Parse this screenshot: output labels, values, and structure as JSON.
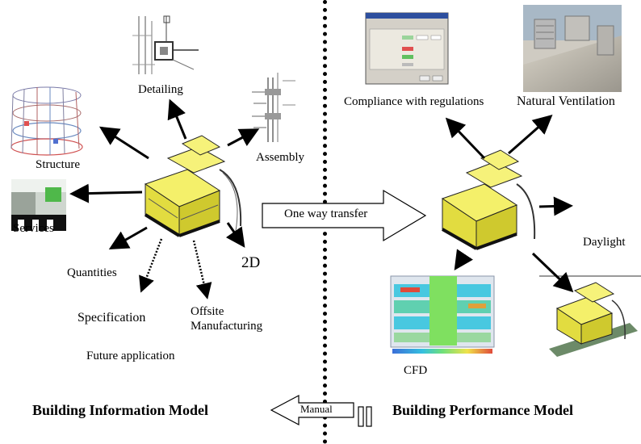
{
  "left": {
    "title": "Building Information Model",
    "labels": {
      "detailing": "Detailing",
      "assembly": "Assembly",
      "structure": "Structure",
      "services": "Services",
      "quantities": "Quantities",
      "two_d": "2D",
      "specification": "Specification",
      "offsite": "Offsite",
      "manufacturing": "Manufacturing",
      "future": "Future application"
    }
  },
  "right": {
    "title": "Building Performance Model",
    "labels": {
      "compliance": "Compliance with regulations",
      "ventilation": "Natural Ventilation",
      "daylight": "Daylight",
      "cfd": "CFD"
    }
  },
  "transfer": {
    "one_way": "One way transfer",
    "manual": "Manual"
  }
}
